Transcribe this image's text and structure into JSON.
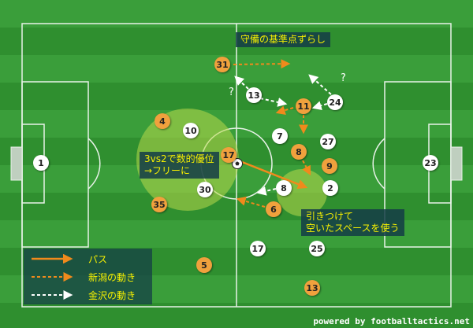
{
  "colors": {
    "pitch_dark": "#2f8f2f",
    "pitch_light": "#3a9e3a",
    "line": "#e8f2e8",
    "home_team": "#f0a13d",
    "away_team": "#ffffff",
    "highlight_zone": "#b8d84a",
    "pass_arrow": "#f08a1c",
    "note_text": "#f6f000"
  },
  "notes": {
    "shift": "守備の基準点ずらし",
    "overload": "3vs2で数的優位\n→フリーに",
    "space": "引きつけて\n空いたスペースを使う"
  },
  "question_marks": [
    "?",
    "?"
  ],
  "home_players": [
    "31",
    "11",
    "4",
    "17",
    "8",
    "9",
    "35",
    "6",
    "5",
    "13"
  ],
  "away_players": [
    "1",
    "13",
    "24",
    "10",
    "7",
    "27",
    "8",
    "2",
    "30",
    "17",
    "25",
    "23"
  ],
  "legend": {
    "pass": "パス",
    "niigata_move": "新潟の動き",
    "kanazawa_move": "金沢の動き"
  },
  "credit": "powered by footballtactics.net",
  "ball_icon": "soccer-ball-icon"
}
